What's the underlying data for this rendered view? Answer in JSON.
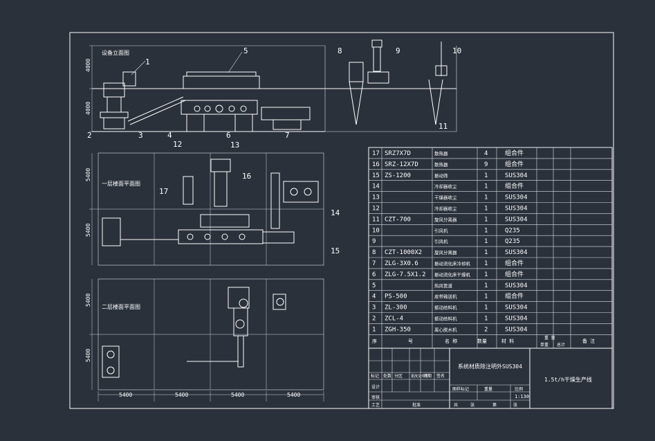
{
  "sections": {
    "elevation": "设备立面图",
    "floor1": "一层楼面平面图",
    "floor2": "二层楼面平面图"
  },
  "dimensions": {
    "elev_heights": [
      "4000",
      "4000"
    ],
    "plan_heights": [
      "5400",
      "5400",
      "5400",
      "5400"
    ],
    "bottom_widths": [
      "5400",
      "5400",
      "5400",
      "5400"
    ]
  },
  "callouts": [
    "1",
    "2",
    "3",
    "4",
    "5",
    "6",
    "7",
    "8",
    "9",
    "10",
    "11",
    "12",
    "13",
    "14",
    "15",
    "16",
    "17"
  ],
  "bom": {
    "rows": [
      {
        "no": "17",
        "code": "SRZ7X7D",
        "name": "散热器",
        "qty": "4",
        "material": "组合件"
      },
      {
        "no": "16",
        "code": "SRZ-12X7D",
        "name": "散热器",
        "qty": "9",
        "material": "组合件"
      },
      {
        "no": "15",
        "code": "ZS-1200",
        "name": "振动筛",
        "qty": "1",
        "material": "SUS304"
      },
      {
        "no": "14",
        "code": "",
        "name": "冷却器收尘",
        "qty": "1",
        "material": "组合件"
      },
      {
        "no": "13",
        "code": "",
        "name": "干燥器收尘",
        "qty": "1",
        "material": "SUS304"
      },
      {
        "no": "12",
        "code": "",
        "name": "冷却器收尘",
        "qty": "1",
        "material": "SUS304"
      },
      {
        "no": "11",
        "code": "CZT-700",
        "name": "旋风分离器",
        "qty": "1",
        "material": "SUS304"
      },
      {
        "no": "10",
        "code": "",
        "name": "引风机",
        "qty": "1",
        "material": "Q235"
      },
      {
        "no": "9",
        "code": "",
        "name": "引风机",
        "qty": "1",
        "material": "Q235"
      },
      {
        "no": "8",
        "code": "CZT-1000X2",
        "name": "旋风分离器",
        "qty": "1",
        "material": "SUS304"
      },
      {
        "no": "7",
        "code": "ZLG-3X0.6",
        "name": "振动流化床冷却机",
        "qty": "1",
        "material": "组合件"
      },
      {
        "no": "6",
        "code": "ZLG-7.5X1.2",
        "name": "振动流化床干燥机",
        "qty": "1",
        "material": "组合件"
      },
      {
        "no": "5",
        "code": "",
        "name": "热风管道",
        "qty": "1",
        "material": "SUS304"
      },
      {
        "no": "4",
        "code": "PS-500",
        "name": "皮带输送机",
        "qty": "1",
        "material": "组合件"
      },
      {
        "no": "3",
        "code": "ZL-300",
        "name": "振动给料机",
        "qty": "1",
        "material": "SUS304"
      },
      {
        "no": "2",
        "code": "ZCL-4",
        "name": "振动给料机",
        "qty": "1",
        "material": "SUS304"
      },
      {
        "no": "1",
        "code": "ZGH-350",
        "name": "离心脱水机",
        "qty": "2",
        "material": "SUS304"
      }
    ],
    "header": {
      "no": "序",
      "code": "号",
      "name": "名 称",
      "qty": "数量",
      "material": "材 料",
      "single": "单重",
      "total": "总计",
      "weight": "重 量",
      "remarks": "备 注"
    }
  },
  "title_block": {
    "drawing_name": "1.5t/h干燥生产线",
    "material_note": "系统材质除注明外SUS304",
    "scale": "1:130",
    "small_labels": [
      "设计",
      "审核",
      "工艺",
      "批准",
      "日期",
      "标记",
      "处数",
      "分区",
      "更改文件号",
      "签名",
      "图样标记",
      "重量",
      "比例",
      "共",
      "张",
      "第",
      "张"
    ]
  }
}
